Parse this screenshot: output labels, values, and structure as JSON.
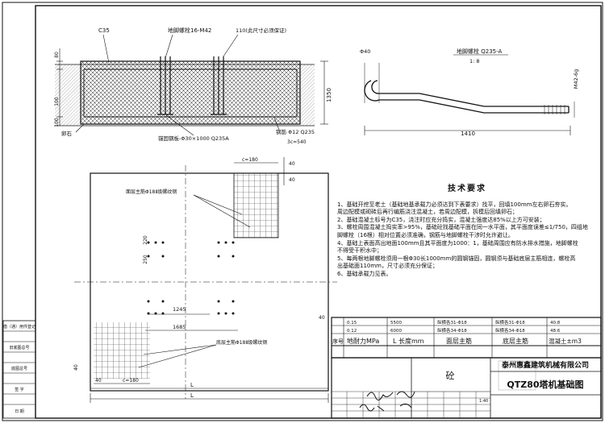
{
  "section_view": {
    "concrete_label": "C35",
    "anchor_bolt_label": "地脚螺栓16-M42",
    "dimension_note": "110(此尺寸必须保证)",
    "left_dims": [
      "80",
      "100",
      "100"
    ],
    "right_dim": "1350",
    "bottom_left_label": "卵石",
    "steel_plate_label": "锚固钢板-Φ30×1000 Q235A",
    "rebar_label": "钢筋 Φ12 Q235",
    "spacing_label": "3c=540"
  },
  "bolt_detail": {
    "phi_label": "Φ40",
    "bolt_label": "地脚螺栓 Q235-A",
    "scale_label": "1: 8",
    "thread_label": "M42-6g",
    "length_label": "1410"
  },
  "plan_view": {
    "top_spacing": "c=180",
    "top_right_dims": [
      "40",
      "40"
    ],
    "top_rebar_label": "面层主筋Φ18Ⅱ级螺纹钢",
    "bottom_rebar_label": "底层主筋Φ18Ⅱ级螺纹钢",
    "inner_dims": [
      "220",
      "250"
    ],
    "dim_1245": "1245",
    "dim_1685": "1685",
    "right_40": "40",
    "left_40": "40",
    "bottom_spacing": "c=180",
    "bottom_40": "40",
    "dim_L_inner": "L",
    "dim_L_outer": "L"
  },
  "tech_requirements": {
    "title": "技术要求",
    "items": [
      "1、基础开挖至老土（基础地基承载力必须达到下表要求）找平，回填100mm左右卵石夯实。",
      "周边配模或砌砖后再行编筋浇注混凝土，若周边配模，拆模后回填卵石；",
      "2、基础混凝土标号为C35，浇注时应充分捣实，混凝土强度达85%以上方可安装；",
      "3、螺栓周围混凝土捣实率>95%，基础砼找基础平面在同一水平面，其平面度误差≤1/750，四组地",
      "脚螺栓（16根）相对位置必须准确，钢筋与地脚螺栓干涉时允许避让。",
      "4、基础上表面高出地面100mm且其平面度为1000：1，基础周围应有防水排水措施，地脚螺栓",
      "不得受干积水中；",
      "5、每两根地脚螺栓须用一根Φ30长1000mm的圆钢锚固，圆钢须与基础底层主筋相连，螺栓高",
      "出基础面110mm，尺寸必须充分保证；",
      "6、基础承载力见表。"
    ]
  },
  "spec_table": {
    "rows": [
      {
        "bearing": "0.15",
        "L": "5500",
        "top": "纵横各31-Φ18",
        "bottom": "纵横各31-Φ18",
        "concrete": "40.8"
      },
      {
        "bearing": "0.12",
        "L": "6000",
        "top": "纵横各34-Φ18",
        "bottom": "纵横各34-Φ18",
        "concrete": "48.6"
      }
    ],
    "headers": [
      "序号",
      "地耐力MPa",
      "L 长度mm",
      "面层主筋",
      "底层主筋",
      "混凝土±m3"
    ]
  },
  "title_block": {
    "material": "砼",
    "company": "泰州惠鑫建筑机械有限公司",
    "drawing_title": "QTZ80塔机基础图",
    "left_strip": [
      "借（通）用件登记",
      "",
      "旧底图总号",
      "",
      "底图总号",
      "",
      "签 字",
      "",
      "日 期"
    ],
    "scale": "1:40"
  }
}
